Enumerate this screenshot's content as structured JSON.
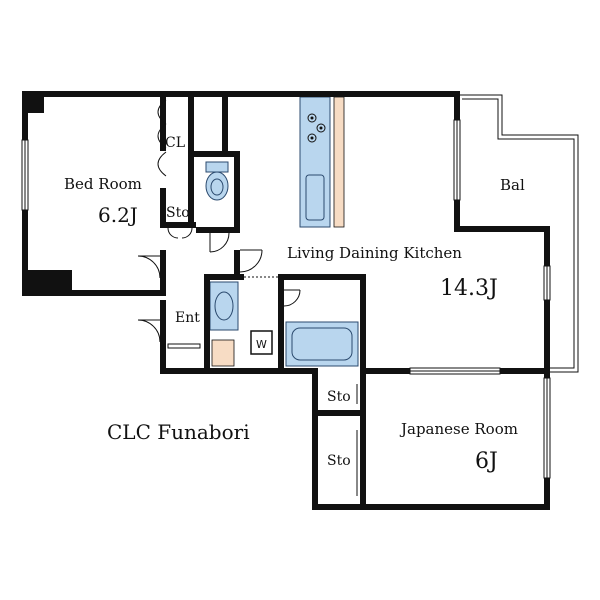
{
  "property_name": "CLC Funabori",
  "rooms": {
    "bed_room": {
      "name": "Bed Room",
      "size": "6.2J"
    },
    "closet": {
      "name": "CL"
    },
    "storage_bed": {
      "name": "Sto"
    },
    "living": {
      "name": "Living Daining Kitchen",
      "size": "14.3J"
    },
    "balcony": {
      "name": "Bal"
    },
    "entrance": {
      "name": "Ent"
    },
    "washer": {
      "name": "W"
    },
    "storage_1": {
      "name": "Sto"
    },
    "storage_2": {
      "name": "Sto"
    },
    "japanese_room": {
      "name": "Japanese Room",
      "size": "6J"
    }
  },
  "colors": {
    "wall": "#111111",
    "fixture_blue": "#b9d6ee",
    "counter_beige": "#f7dcc4"
  }
}
